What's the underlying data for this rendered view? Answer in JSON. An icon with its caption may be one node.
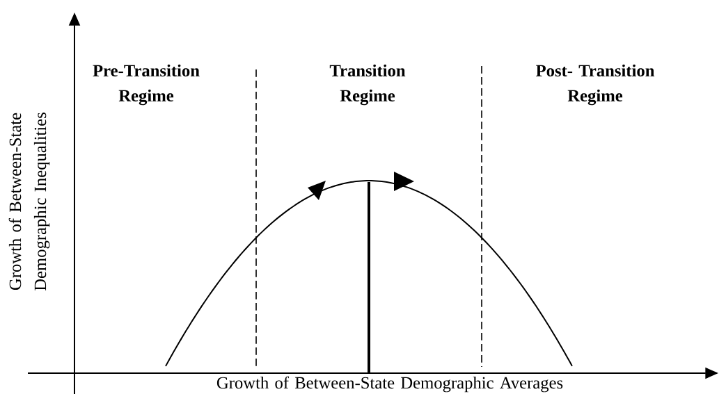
{
  "diagram": {
    "labels": [
      "Pre-Transition Regime",
      "Transition Regime",
      "Post- Transition Regime",
      "Growth of Between-State Demographic Inequalities",
      "Growth of Between-State Demographic Averages"
    ]
  }
}
